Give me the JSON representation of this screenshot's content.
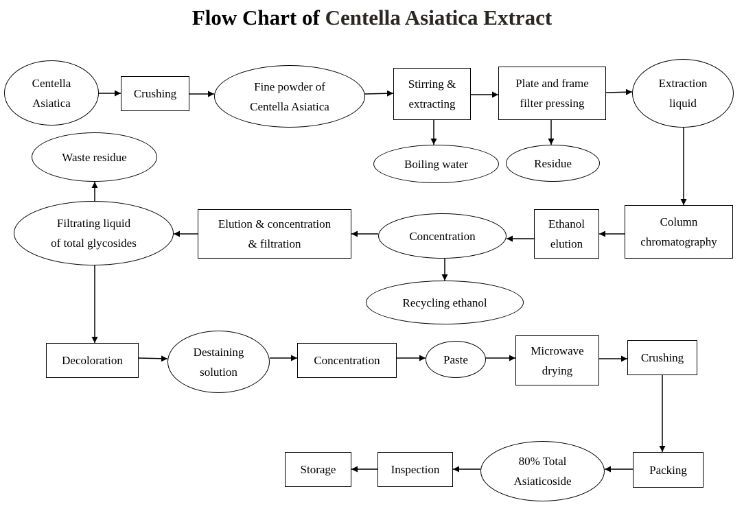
{
  "title": {
    "part1": "Flow Chart of ",
    "part2": "Centella Asiatica Extract"
  },
  "nodes": {
    "centella_asiatica": [
      "Centella",
      "Asiatica"
    ],
    "crushing_1": [
      "Crushing"
    ],
    "fine_powder": [
      "Fine  powder  of",
      "Centella Asiatica"
    ],
    "stirring_extracting": [
      "Stirring  &",
      "extracting"
    ],
    "plate_frame": [
      "Plate and frame",
      "filter pressing"
    ],
    "extraction_liquid": [
      "Extraction",
      "liquid"
    ],
    "boiling_water": [
      "Boiling water"
    ],
    "residue": [
      "Residue"
    ],
    "waste_residue": [
      "Waste residue"
    ],
    "column_chromatography": [
      "Column",
      "chromatography"
    ],
    "ethanol_elution": [
      "Ethanol",
      "elution"
    ],
    "concentration_1": [
      "Concentration"
    ],
    "elution_concentration": [
      "Elution & concentration",
      "& filtration"
    ],
    "filtrating_liquid": [
      "Filtrating liquid",
      "of total glycosides"
    ],
    "recycling_ethanol": [
      "Recycling ethanol"
    ],
    "decoloration": [
      "Decoloration"
    ],
    "destaining_solution": [
      "Destaining",
      "solution"
    ],
    "concentration_2": [
      "Concentration"
    ],
    "paste": [
      "Paste"
    ],
    "microwave_drying": [
      "Microwave",
      "drying"
    ],
    "crushing_2": [
      "Crushing"
    ],
    "packing": [
      "Packing"
    ],
    "total_asiaticoside": [
      "80% Total",
      "Asiaticoside"
    ],
    "inspection": [
      "Inspection"
    ],
    "storage": [
      "Storage"
    ]
  },
  "colors": {
    "line": "#000000",
    "background": "#ffffff"
  }
}
